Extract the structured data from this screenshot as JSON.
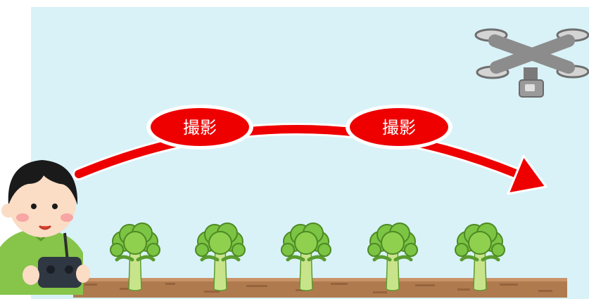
{
  "labels": {
    "photo_1": "撮影",
    "photo_2": "撮影"
  },
  "colors": {
    "sky": "#d9f2f8",
    "arrow": "#ee0000",
    "soil": "#b07a4f",
    "broccoli": "#7cc443",
    "stem": "#c8e48a",
    "drone": "#8c8c8c",
    "shirt": "#86c44a",
    "hair": "#1a1a1a",
    "skin": "#fbdcc4"
  },
  "icons": [
    "drone-icon",
    "farmer-icon",
    "remote-controller-icon",
    "broccoli-icon",
    "flight-path-arrow"
  ]
}
